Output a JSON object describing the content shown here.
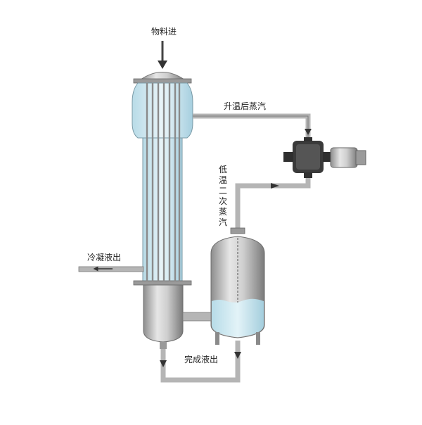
{
  "labels": {
    "feed_in": "物料进",
    "heated_vapor": "升温后蒸汽",
    "low_temp_secondary_vapor": "低温二次蒸汽",
    "condensate_out": "冷凝液出",
    "finished_liquid_out": "完成液出"
  },
  "colors": {
    "pipe": "#a9a9a9",
    "pipe_dark": "#6e6e6e",
    "liquid": "#c9e6ef",
    "steel": "#c8c8c8",
    "compressor": "#3a3a3a"
  }
}
